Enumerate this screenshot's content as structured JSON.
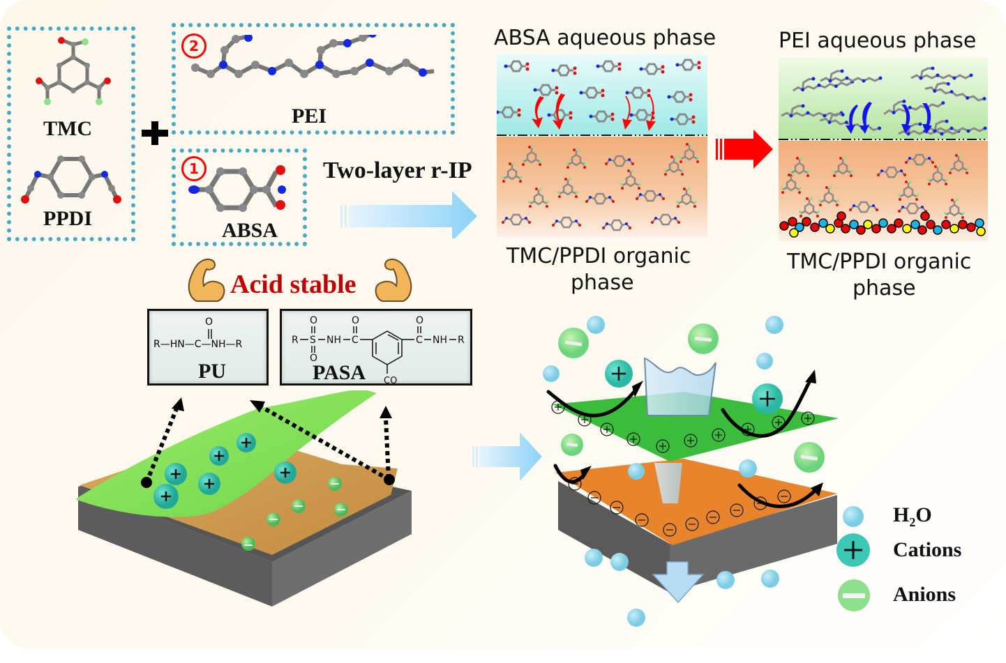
{
  "molecules": {
    "tmc": "TMC",
    "ppdi": "PPDI",
    "pei": "PEI",
    "absa": "ABSA",
    "step1": "1",
    "step2": "2",
    "plus_sign": "+"
  },
  "process": {
    "arrow_label": "Two-layer r-IP",
    "phase1_top": "ABSA aqueous phase",
    "phase1_bottom_line1": "TMC/PPDI organic",
    "phase1_bottom_line2": "phase",
    "phase2_top": "PEI aqueous phase",
    "phase2_bottom_line1": "TMC/PPDI organic",
    "phase2_bottom_line2": "phase"
  },
  "stability": {
    "title": "Acid stable",
    "pu": {
      "name": "PU",
      "formula_left": "R—HN—C—NH—R",
      "carbonyl_o": "O"
    },
    "pasa": {
      "name": "PASA",
      "r_left": "R",
      "s": "S",
      "nh1": "NH",
      "c1": "C",
      "c2": "C",
      "nh2": "NH",
      "r_right": "R",
      "o": "O",
      "co": "CO"
    }
  },
  "legend": {
    "items": [
      {
        "label_main": "H",
        "label_sub": "2",
        "label_tail": "O",
        "icon": "water-molecule-icon"
      },
      {
        "label_main": "Cations",
        "label_sub": "",
        "label_tail": "",
        "icon": "cation-icon"
      },
      {
        "label_main": "Anions",
        "label_sub": "",
        "label_tail": "",
        "icon": "anion-icon"
      }
    ]
  },
  "colors": {
    "dash_border": "#4aa8c4",
    "accent_red": "#ff0000",
    "acid_text": "#c00000",
    "aqueous_absa": "#a8ecea",
    "aqueous_pei": "#bfe8a8",
    "organic": "#f4b07c",
    "cation": "#3cc8b4",
    "anion": "#8ee08c",
    "water": "#9cdcec",
    "pei_layer": "#3cbc3c",
    "absa_layer": "#e8842c"
  }
}
